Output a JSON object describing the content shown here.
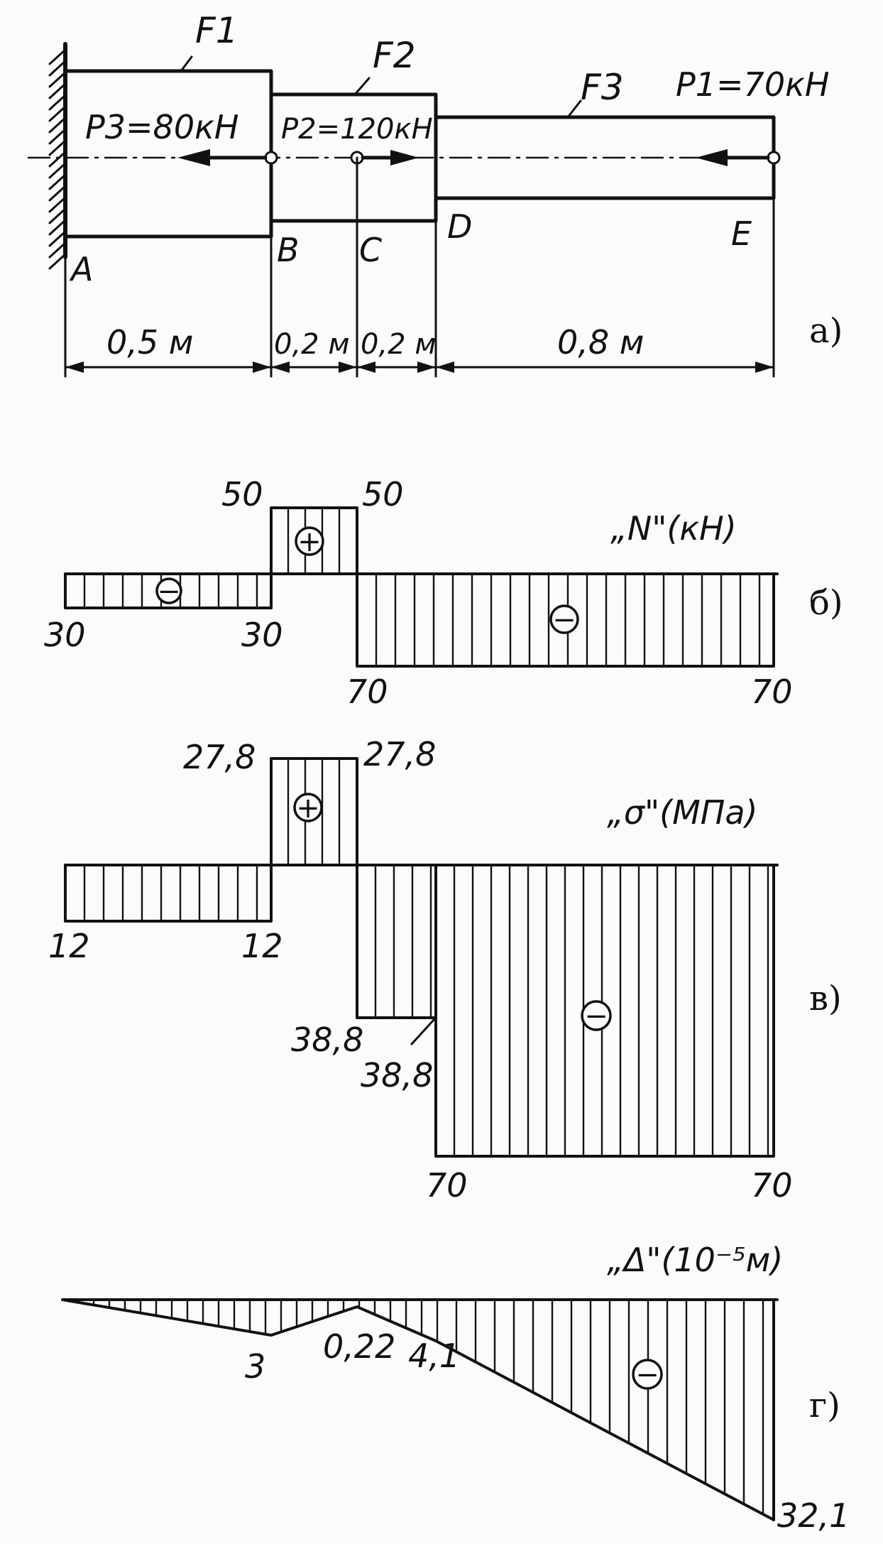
{
  "scheme": {
    "areas": {
      "f1": "F1",
      "f2": "F2",
      "f3": "F3"
    },
    "loads": {
      "p1": "P1=70кН",
      "p2": "P2=120кН",
      "p3": "P3=80кН"
    },
    "points": {
      "a": "A",
      "b": "B",
      "c": "C",
      "d": "D",
      "e": "E"
    },
    "dims": {
      "ab": "0,5 м",
      "bc": "0,2 м",
      "cd": "0,2 м",
      "de": "0,8 м"
    },
    "caption": "а)"
  },
  "n_diagram": {
    "title": "„N\"(кН)",
    "caption": "б)",
    "labels": {
      "a": "30",
      "b_neg": "30",
      "b_pos": "50",
      "c_pos": "50",
      "c_neg": "70",
      "e": "70"
    },
    "signs": {
      "ab": "−",
      "bc": "+",
      "ce": "−"
    }
  },
  "sigma_diagram": {
    "title": "„σ\"(МПа)",
    "caption": "в)",
    "labels": {
      "a": "12",
      "b_neg": "12",
      "b_pos": "27,8",
      "c_pos": "27,8",
      "c_neg": "38,8",
      "d_left": "38,8",
      "d_right": "70",
      "e": "70"
    },
    "signs": {
      "bc": "+",
      "ce": "−"
    }
  },
  "delta_diagram": {
    "title": "„Δ\"(10⁻⁵м)",
    "caption": "г)",
    "labels": {
      "b": "3",
      "c": "0,22",
      "d": "4,1",
      "e": "32,1"
    },
    "signs": {
      "de": "−"
    }
  }
}
